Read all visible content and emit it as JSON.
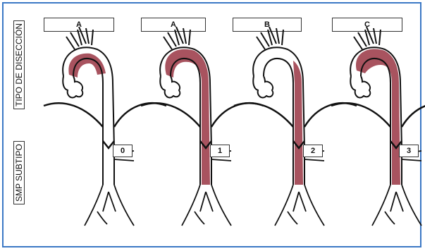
{
  "labels": {
    "dissection_type": "TIPO DE DISECCIÓN",
    "smp_subtype": "SMP SUBTIPO"
  },
  "panels": [
    {
      "type": "A",
      "subtype": "0",
      "extent": "arch"
    },
    {
      "type": "A",
      "subtype": "1",
      "extent": "full"
    },
    {
      "type": "B",
      "subtype": "2",
      "extent": "descending"
    },
    {
      "type": "C",
      "subtype": "3",
      "extent": "full-c"
    }
  ],
  "colors": {
    "dissection": "#a8535f",
    "frame": "#3b78c5",
    "outline": "#111111"
  }
}
